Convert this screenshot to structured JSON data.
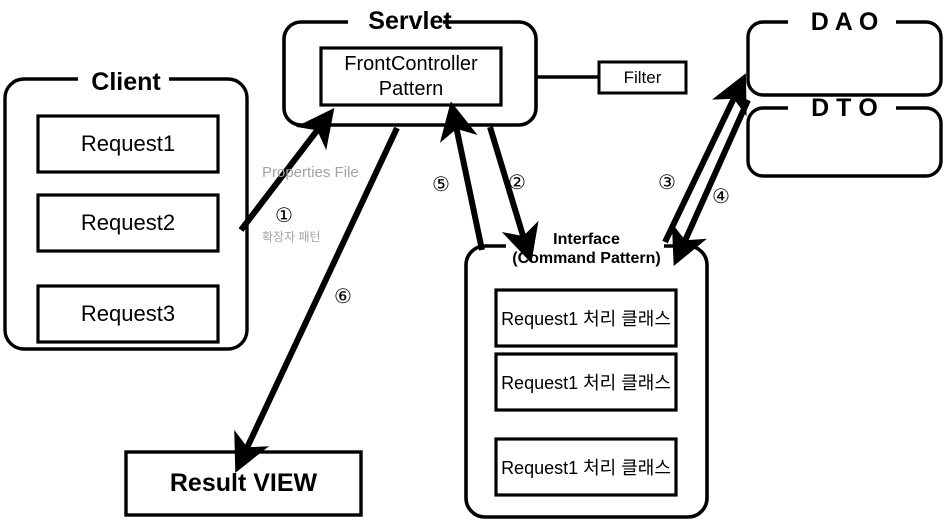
{
  "diagram": {
    "title_client": "Client",
    "title_servlet": "Servlet",
    "title_dao": "D A O",
    "title_dto": "D T O",
    "title_interface_line1": "Interface",
    "title_interface_line2": "(Command Pattern)",
    "colors": {
      "stroke": "#000000",
      "background": "#ffffff",
      "muted_text": "#a3a3a3"
    }
  },
  "client": {
    "label": "Client",
    "requests": [
      {
        "label": "Request1"
      },
      {
        "label": "Request2"
      },
      {
        "label": "Request3"
      }
    ]
  },
  "servlet": {
    "label": "Servlet",
    "front_controller_line1": "FrontController",
    "front_controller_line2": "Pattern"
  },
  "filter": {
    "label": "Filter"
  },
  "dao": {
    "label": "D A O"
  },
  "dto": {
    "label": "D T O"
  },
  "interface_box": {
    "title_line1": "Interface",
    "title_line2": "(Command Pattern)",
    "handlers": [
      {
        "label": "Request1 처리 클래스"
      },
      {
        "label": "Request1 처리 클래스"
      },
      {
        "label": "Request1 처리 클래스"
      }
    ]
  },
  "result_view": {
    "label": "Result VIEW"
  },
  "annotations": {
    "properties_file": "Properties File",
    "extension_pattern": "확장자 패턴",
    "step1": "①",
    "step2": "②",
    "step3": "③",
    "step4": "④",
    "step5": "⑤",
    "step6": "⑥"
  }
}
